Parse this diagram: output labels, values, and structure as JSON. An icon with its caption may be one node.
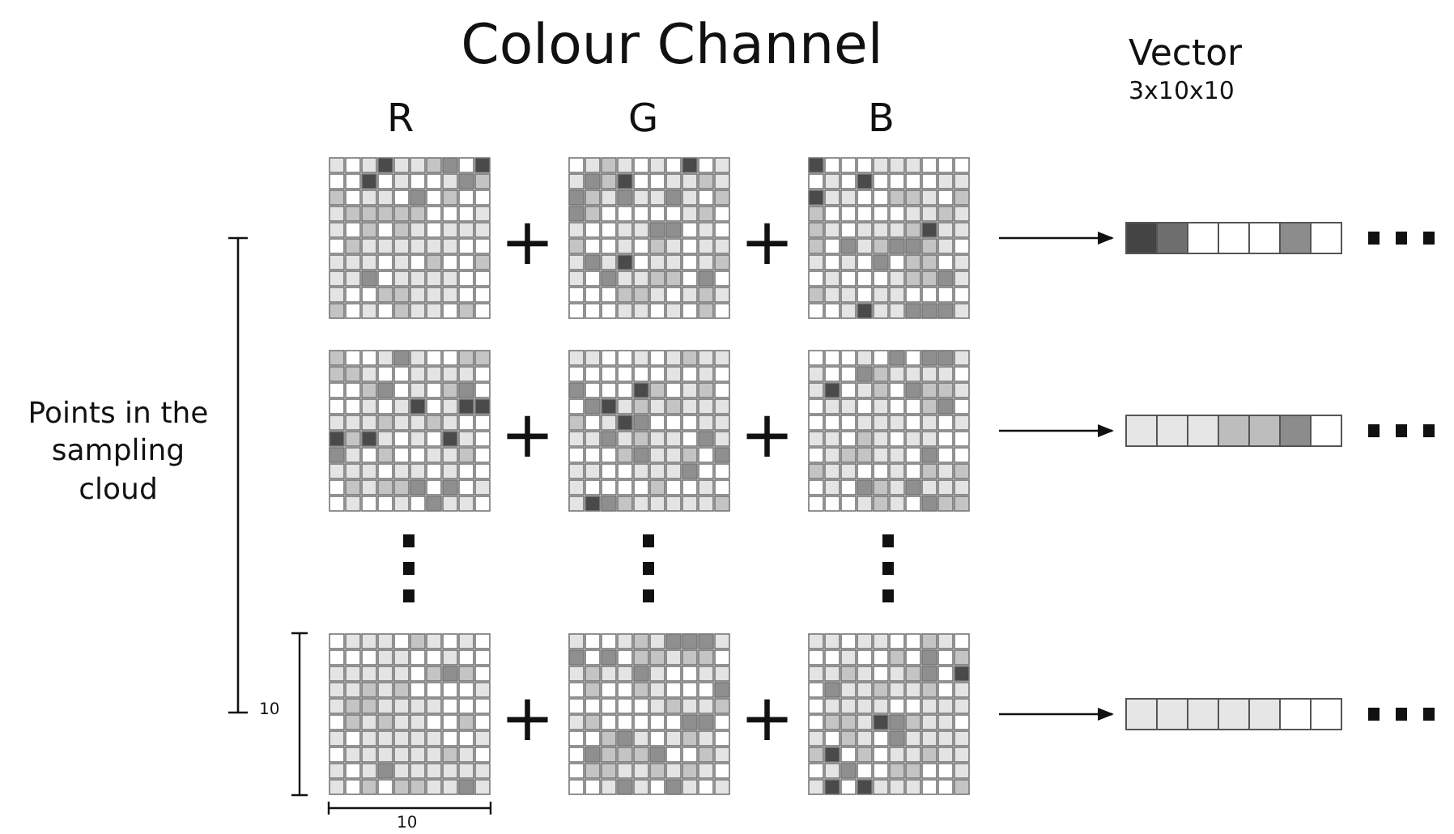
{
  "diagram": {
    "title": "Colour Channel",
    "nodes": [
      {
        "text": [],
        "shape": "picture"
      },
      {
        "text": [],
        "shape": "picture"
      },
      {
        "text": [],
        "shape": "picture"
      },
      {
        "text": [],
        "shape": "picture"
      },
      {
        "text": [],
        "shape": "picture"
      },
      {
        "text": [],
        "shape": "picture"
      },
      {
        "text": [],
        "shape": "picture"
      },
      {
        "text": [],
        "shape": "picture"
      },
      {
        "text": [],
        "shape": "picture"
      },
      {
        "text": [],
        "shape": "bar"
      },
      {
        "text": [],
        "shape": "bar"
      },
      {
        "text": [],
        "shape": "bar"
      }
    ],
    "edges": [
      {
        "from": 2,
        "to": 9,
        "arrow": "to"
      },
      {
        "from": 5,
        "to": 10,
        "arrow": "to"
      },
      {
        "from": 8,
        "to": 11,
        "arrow": "to"
      }
    ],
    "labels": [
      "Vector",
      "3x10x10",
      "R",
      "G",
      "B",
      "+",
      "+",
      "Points in the sampling cloud",
      "+",
      "+",
      "10",
      "+",
      "+",
      "10"
    ]
  }
}
